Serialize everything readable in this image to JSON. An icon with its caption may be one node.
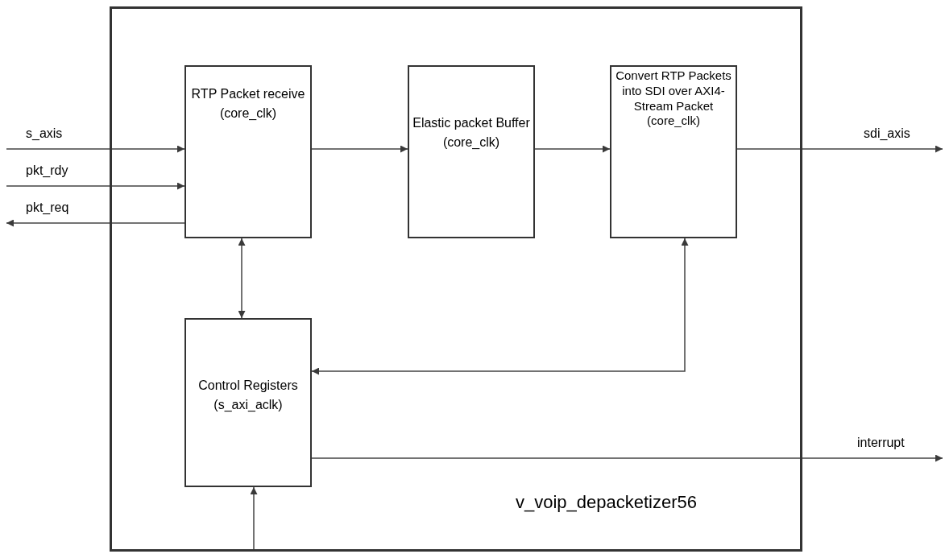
{
  "diagram": {
    "nodes": [
      {
        "text": [
          "v_voip_depacketizer56"
        ]
      },
      {
        "text": [
          "RTP Packet receive (core_clk)"
        ],
        "in": 0
      },
      {
        "text": [
          "Elastic packet Buffer (core_clk)"
        ],
        "in": 0
      },
      {
        "text": [
          "Convert RTP Packets into SDI over AXI4-Stream Packet (core_clk)"
        ],
        "in": 0
      },
      {
        "text": [
          "Control Registers (s_axi_aclk)"
        ],
        "in": 0
      }
    ],
    "edges": [
      {
        "from": null,
        "to": 1,
        "arrow": "to",
        "label": "s_axis"
      },
      {
        "from": null,
        "to": 1,
        "arrow": "to",
        "label": "pkt_rdy"
      },
      {
        "from": 1,
        "to": null,
        "arrow": "to",
        "label": "pkt_req"
      },
      {
        "from": 1,
        "to": 2,
        "arrow": "to"
      },
      {
        "from": 2,
        "to": 3,
        "arrow": "to"
      },
      {
        "from": 3,
        "to": null,
        "arrow": "to",
        "label": "sdi_axis"
      },
      {
        "from": 1,
        "to": 4,
        "arrow": "both"
      },
      {
        "from": 4,
        "to": 3,
        "arrow": "both"
      },
      {
        "from": 4,
        "to": null,
        "arrow": "to",
        "label": "interrupt"
      },
      {
        "from": null,
        "to": 4,
        "arrow": "to"
      }
    ]
  }
}
